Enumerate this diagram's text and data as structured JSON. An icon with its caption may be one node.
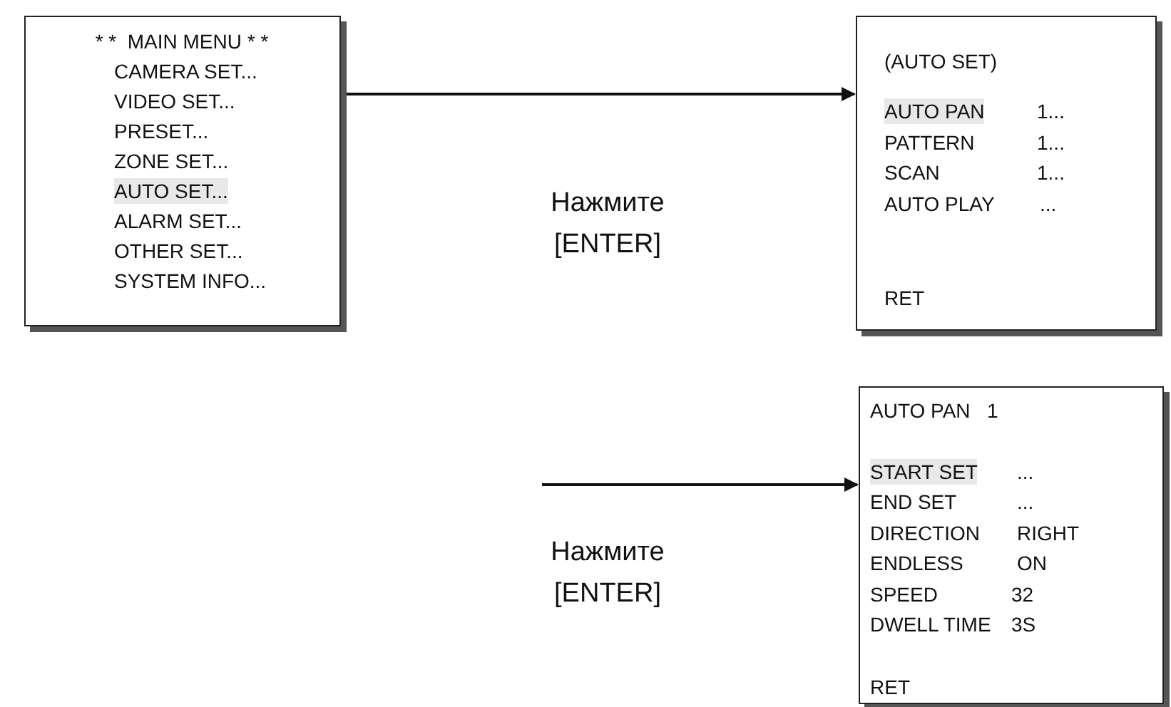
{
  "diagram": {
    "nodes": [
      {
        "text": [
          "* *  MAIN MENU * *",
          "CAMERA SET...",
          "VIDEO SET...",
          "PRESET...",
          "ZONE SET...",
          "AUTO SET...",
          "ALARM SET...",
          "OTHER SET...",
          "SYSTEM INFO..."
        ]
      },
      {
        "text": [
          "(AUTO SET)",
          "AUTO PAN",
          "1...",
          "PATTERN",
          "1...",
          "SCAN",
          "1...",
          "AUTO PLAY",
          "...",
          "RET"
        ]
      },
      {
        "text": [
          "AUTO PAN   1",
          "START SET",
          "...",
          "END SET",
          "...",
          "DIRECTION",
          "RIGHT",
          "ENDLESS",
          "ON",
          "SPEED",
          "32",
          "DWELL TIME",
          "3S",
          "RET"
        ]
      }
    ],
    "edges": [
      {
        "from": 0,
        "to": 1,
        "arrow": "to",
        "label": "Нажмите [ENTER]"
      },
      {
        "from": null,
        "to": 2,
        "arrow": "to",
        "label": "Нажмите [ENTER]"
      }
    ]
  }
}
